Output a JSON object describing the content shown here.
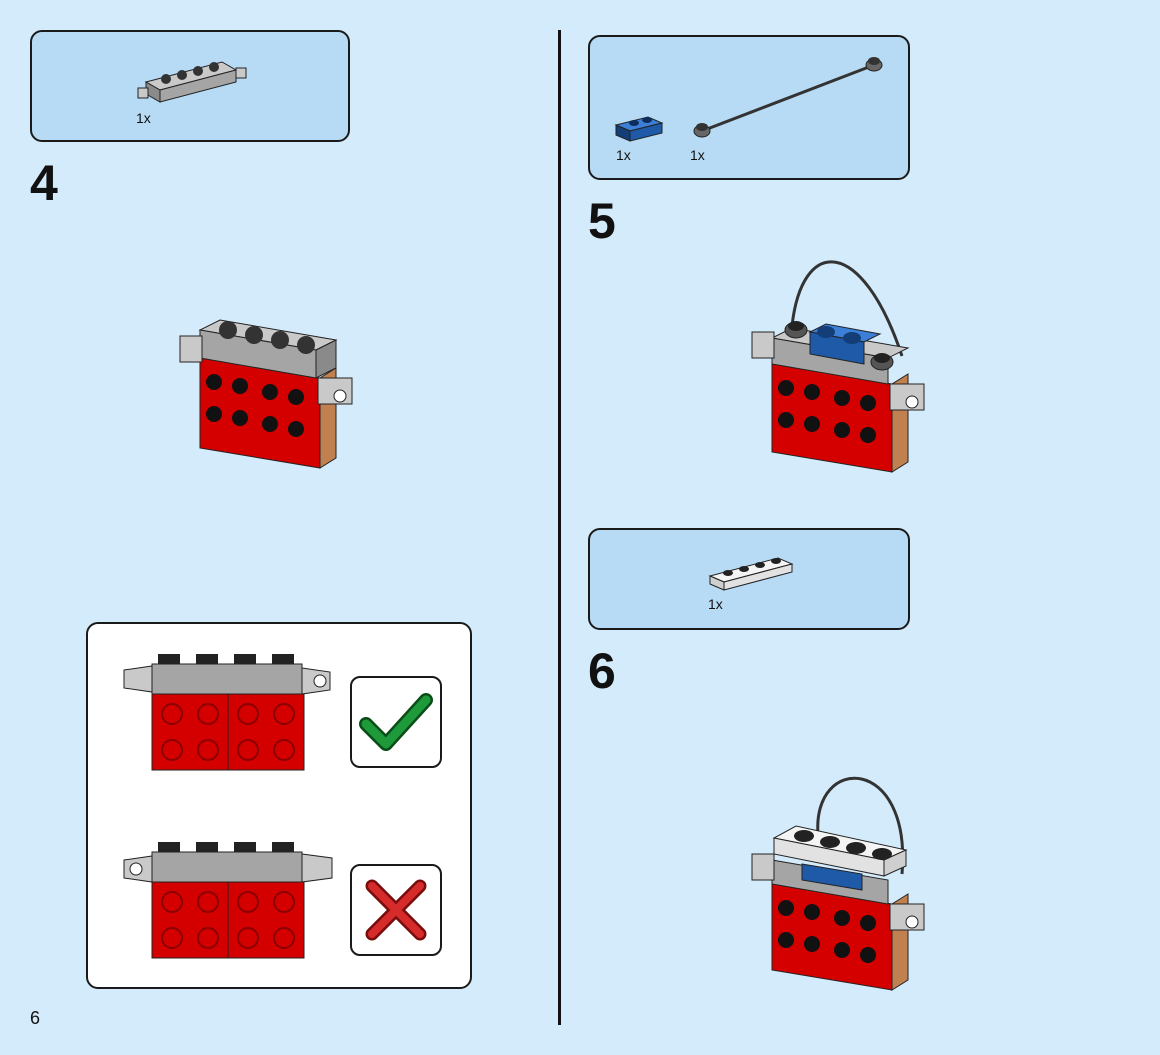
{
  "steps": [
    {
      "number": "4",
      "parts": [
        {
          "qty": "1x",
          "icon": "gray-hinge-plate-icon"
        }
      ]
    },
    {
      "number": "5",
      "parts": [
        {
          "qty": "1x",
          "icon": "blue-plate-icon"
        },
        {
          "qty": "1x",
          "icon": "string-with-studs-icon"
        }
      ]
    },
    {
      "number": "6",
      "parts": [
        {
          "qty": "1x",
          "icon": "white-plate-icon"
        }
      ]
    }
  ],
  "callout": {
    "correct_icon": "green-checkmark-icon",
    "wrong_icon": "red-x-icon"
  },
  "page_number": "6",
  "colors": {
    "background": "#d4ebfb",
    "parts_box": "#b7dbf5",
    "brick_red": "#d40000",
    "gray": "#a5a5a5",
    "blue": "#1e5aa8",
    "check_green": "#1f9a3a",
    "cross_red": "#d62b2b"
  }
}
